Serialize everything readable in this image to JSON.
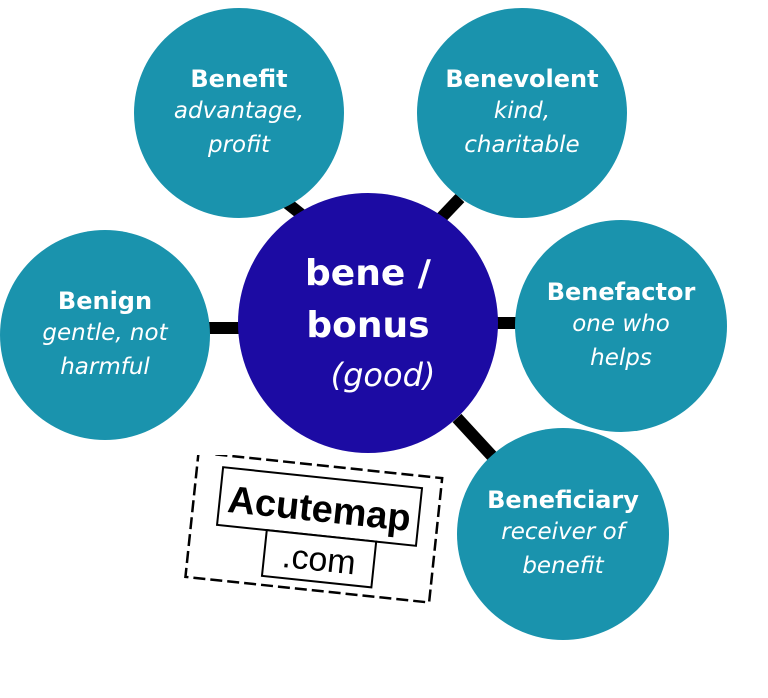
{
  "center": {
    "root": "bene / bonus",
    "gloss": "(good)"
  },
  "words": [
    {
      "word": "Benefit",
      "meaning": "advantage, profit"
    },
    {
      "word": "Benevolent",
      "meaning": "kind, charitable"
    },
    {
      "word": "Benign",
      "meaning": "gentle, not harmful"
    },
    {
      "word": "Benefactor",
      "meaning": "one who helps"
    },
    {
      "word": "Beneficiary",
      "meaning": "receiver of benefit"
    }
  ],
  "watermark": {
    "line1": "Acutemap",
    "line2": ".com"
  },
  "colors": {
    "center": "#1c0ba3",
    "bubble": "#1a93ad",
    "connector": "#000000",
    "text": "#ffffff"
  }
}
